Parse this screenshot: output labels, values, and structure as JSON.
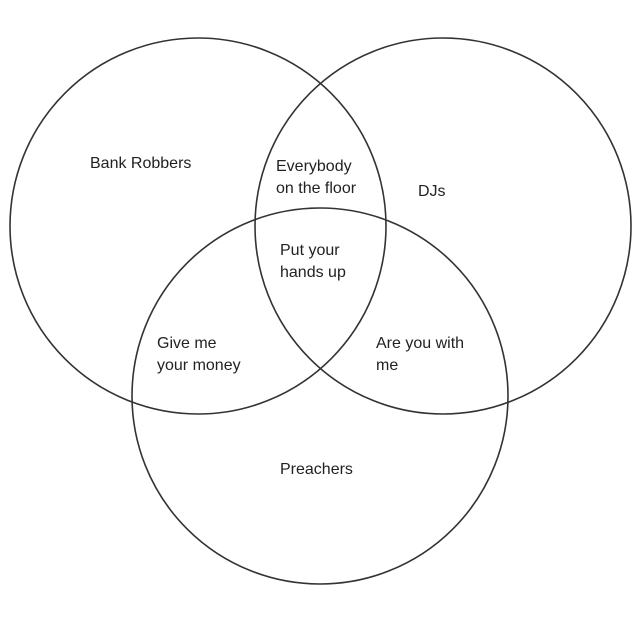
{
  "colors": {
    "background": "#ffffff",
    "stroke": "#333333",
    "text": "#222222"
  },
  "sets": [
    {
      "label": "Bank Robbers"
    },
    {
      "label": "DJs"
    },
    {
      "label": "Preachers"
    }
  ],
  "intersections": {
    "bank_robbers_djs": [
      "Everybody",
      "on the floor"
    ],
    "bank_robbers_preachers": [
      "Give me",
      "your money"
    ],
    "djs_preachers": [
      "Are you with",
      "me"
    ],
    "all_three": [
      "Put your",
      "hands up"
    ]
  }
}
